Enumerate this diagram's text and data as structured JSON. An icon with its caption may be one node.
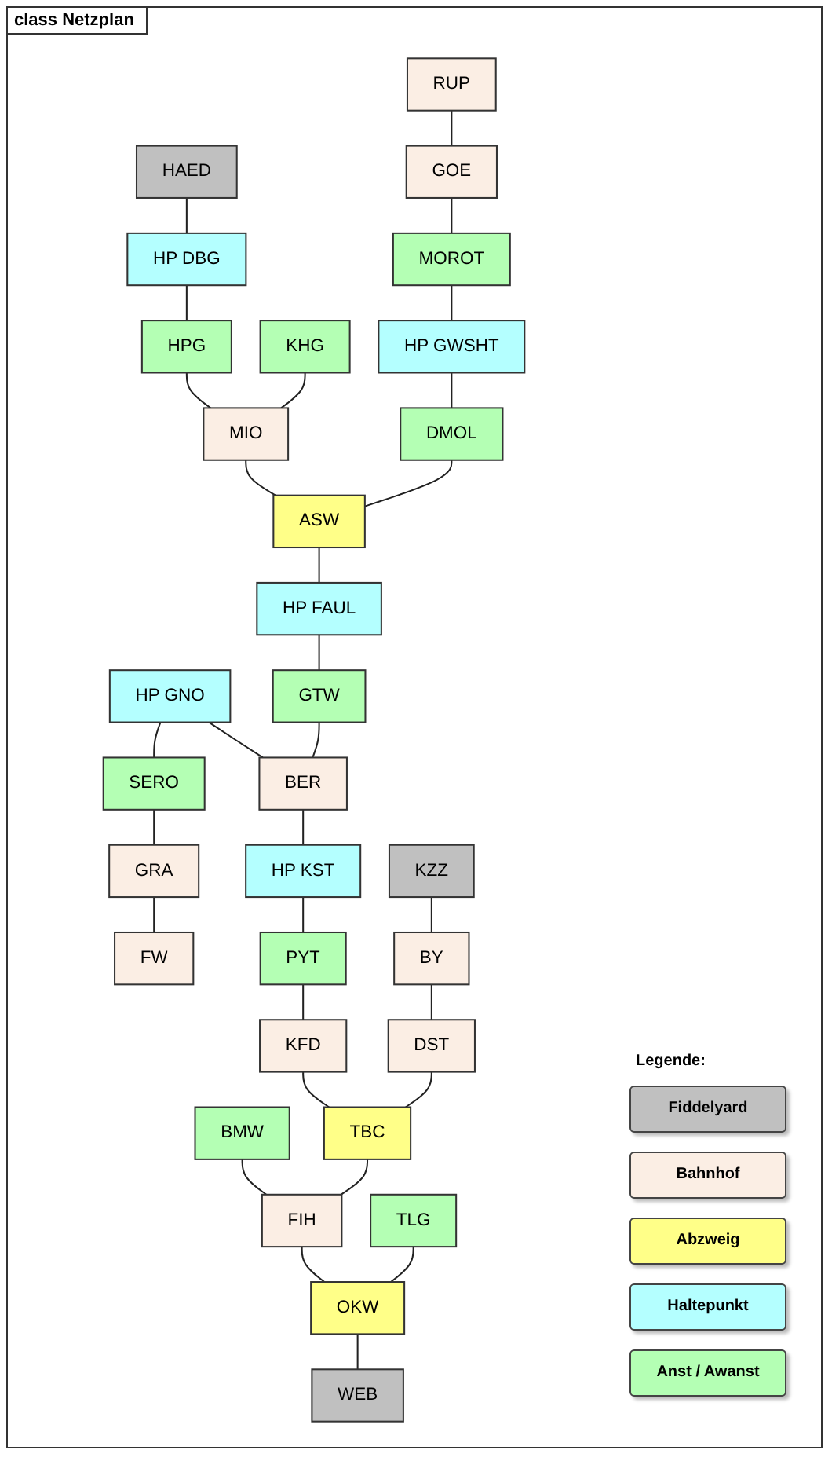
{
  "diagram": {
    "title": "class Netzplan",
    "nodes": [
      {
        "text": [
          "HAED"
        ]
      },
      {
        "text": [
          "RUP"
        ]
      },
      {
        "text": [
          "HP DBG"
        ]
      },
      {
        "text": [
          "GOE"
        ]
      },
      {
        "text": [
          "HPG"
        ]
      },
      {
        "text": [
          "KHG"
        ]
      },
      {
        "text": [
          "MOROT"
        ]
      },
      {
        "text": [
          "MIO"
        ]
      },
      {
        "text": [
          "HP GWSHT"
        ]
      },
      {
        "text": [
          "ASW"
        ]
      },
      {
        "text": [
          "DMOL"
        ]
      },
      {
        "text": [
          "HP FAUL"
        ]
      },
      {
        "text": [
          "HP GNO"
        ]
      },
      {
        "text": [
          "GTW"
        ]
      },
      {
        "text": [
          "SERO"
        ]
      },
      {
        "text": [
          "BER"
        ]
      },
      {
        "text": [
          "GRA"
        ]
      },
      {
        "text": [
          "HP KST"
        ]
      },
      {
        "text": [
          "KZZ"
        ]
      },
      {
        "text": [
          "FW"
        ]
      },
      {
        "text": [
          "PYT"
        ]
      },
      {
        "text": [
          "BY"
        ]
      },
      {
        "text": [
          "KFD"
        ]
      },
      {
        "text": [
          "DST"
        ]
      },
      {
        "text": [
          "BMW"
        ]
      },
      {
        "text": [
          "TBC"
        ]
      },
      {
        "text": [
          "FIH"
        ]
      },
      {
        "text": [
          "TLG"
        ]
      },
      {
        "text": [
          "OKW"
        ]
      },
      {
        "text": [
          "WEB"
        ]
      }
    ],
    "edges": [
      {
        "from": 0,
        "to": 2,
        "arrow": "none"
      },
      {
        "from": 1,
        "to": 3,
        "arrow": "none"
      },
      {
        "from": 2,
        "to": 4,
        "arrow": "none"
      },
      {
        "from": 4,
        "to": 7,
        "arrow": "none"
      },
      {
        "from": 5,
        "to": 7,
        "arrow": "none"
      },
      {
        "from": 3,
        "to": 6,
        "arrow": "none"
      },
      {
        "from": 6,
        "to": 8,
        "arrow": "none"
      },
      {
        "from": 8,
        "to": 10,
        "arrow": "none"
      },
      {
        "from": 10,
        "to": 9,
        "arrow": "none"
      },
      {
        "from": 7,
        "to": 9,
        "arrow": "none"
      },
      {
        "from": 9,
        "to": 11,
        "arrow": "none"
      },
      {
        "from": 11,
        "to": 13,
        "arrow": "none"
      },
      {
        "from": 13,
        "to": 15,
        "arrow": "none"
      },
      {
        "from": 12,
        "to": 14,
        "arrow": "none"
      },
      {
        "from": 14,
        "to": 16,
        "arrow": "none"
      },
      {
        "from": 16,
        "to": 19,
        "arrow": "none"
      },
      {
        "from": 12,
        "to": 15,
        "arrow": "none"
      },
      {
        "from": 15,
        "to": 17,
        "arrow": "none"
      },
      {
        "from": 17,
        "to": 20,
        "arrow": "none"
      },
      {
        "from": 20,
        "to": 22,
        "arrow": "none"
      },
      {
        "from": 18,
        "to": 21,
        "arrow": "none"
      },
      {
        "from": 21,
        "to": 23,
        "arrow": "none"
      },
      {
        "from": 23,
        "to": 25,
        "arrow": "none"
      },
      {
        "from": 22,
        "to": 25,
        "arrow": "none"
      },
      {
        "from": 25,
        "to": 26,
        "arrow": "none"
      },
      {
        "from": 24,
        "to": 26,
        "arrow": "none"
      },
      {
        "from": 26,
        "to": 28,
        "arrow": "none"
      },
      {
        "from": 27,
        "to": 28,
        "arrow": "none"
      },
      {
        "from": 28,
        "to": 29,
        "arrow": "none"
      }
    ],
    "labels": [
      "Legende:"
    ],
    "legend": [
      {
        "text": "Fiddelyard",
        "color": "#c0c0c0"
      },
      {
        "text": "Bahnhof",
        "color": "#fbeee4"
      },
      {
        "text": "Abzweig",
        "color": "#ffff88"
      },
      {
        "text": "Haltepunkt",
        "color": "#b4ffff"
      },
      {
        "text": "Anst / Awanst",
        "color": "#b4ffb4"
      }
    ]
  }
}
